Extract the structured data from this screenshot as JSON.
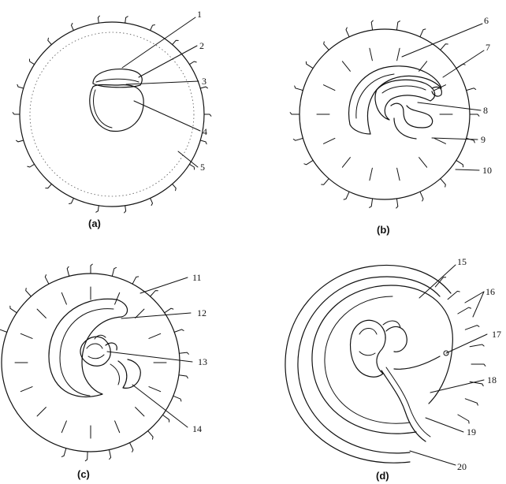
{
  "panels": [
    {
      "id": "a",
      "label": "(a)"
    },
    {
      "id": "b",
      "label": "(b)"
    },
    {
      "id": "c",
      "label": "(c)"
    },
    {
      "id": "d",
      "label": "(d)"
    }
  ],
  "callouts": [
    "1",
    "2",
    "3",
    "4",
    "5",
    "6",
    "7",
    "8",
    "9",
    "10",
    "11",
    "12",
    "13",
    "14",
    "15",
    "16",
    "17",
    "18",
    "19",
    "20"
  ]
}
